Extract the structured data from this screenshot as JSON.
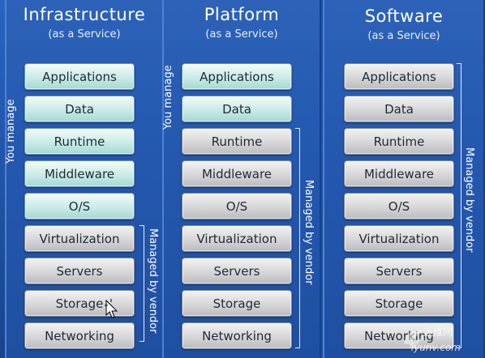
{
  "columns": [
    {
      "title": "Infrastructure",
      "subtitle": "(as a Service)",
      "you_label": "You manage",
      "vendor_label": "Managed by vendor",
      "layers": [
        {
          "label": "Applications",
          "managed_by": "you"
        },
        {
          "label": "Data",
          "managed_by": "you"
        },
        {
          "label": "Runtime",
          "managed_by": "you"
        },
        {
          "label": "Middleware",
          "managed_by": "you"
        },
        {
          "label": "O/S",
          "managed_by": "you"
        },
        {
          "label": "Virtualization",
          "managed_by": "vendor"
        },
        {
          "label": "Servers",
          "managed_by": "vendor"
        },
        {
          "label": "Storage",
          "managed_by": "vendor"
        },
        {
          "label": "Networking",
          "managed_by": "vendor"
        }
      ]
    },
    {
      "title": "Platform",
      "subtitle": "(as a Service)",
      "you_label": "You manage",
      "vendor_label": "Managed by vendor",
      "layers": [
        {
          "label": "Applications",
          "managed_by": "you"
        },
        {
          "label": "Data",
          "managed_by": "you"
        },
        {
          "label": "Runtime",
          "managed_by": "vendor"
        },
        {
          "label": "Middleware",
          "managed_by": "vendor"
        },
        {
          "label": "O/S",
          "managed_by": "vendor"
        },
        {
          "label": "Virtualization",
          "managed_by": "vendor"
        },
        {
          "label": "Servers",
          "managed_by": "vendor"
        },
        {
          "label": "Storage",
          "managed_by": "vendor"
        },
        {
          "label": "Networking",
          "managed_by": "vendor"
        }
      ]
    },
    {
      "title": "Software",
      "subtitle": "(as a Service)",
      "vendor_label": "Managed by vendor",
      "layers": [
        {
          "label": "Applications",
          "managed_by": "vendor"
        },
        {
          "label": "Data",
          "managed_by": "vendor"
        },
        {
          "label": "Runtime",
          "managed_by": "vendor"
        },
        {
          "label": "Middleware",
          "managed_by": "vendor"
        },
        {
          "label": "O/S",
          "managed_by": "vendor"
        },
        {
          "label": "Virtualization",
          "managed_by": "vendor"
        },
        {
          "label": "Servers",
          "managed_by": "vendor"
        },
        {
          "label": "Storage",
          "managed_by": "vendor"
        },
        {
          "label": "Networking",
          "managed_by": "vendor"
        }
      ]
    }
  ],
  "watermark": {
    "line1": "运维网",
    "line2": "iyunv.com"
  },
  "colors": {
    "background": "#1c4fa6",
    "you_manage_box": "#c9ebe6",
    "vendor_box": "#d6d6d8",
    "text": "#ffffff"
  },
  "icons": {
    "cursor": "move-cursor-icon",
    "watermark": "iyunv-logo-icon"
  }
}
